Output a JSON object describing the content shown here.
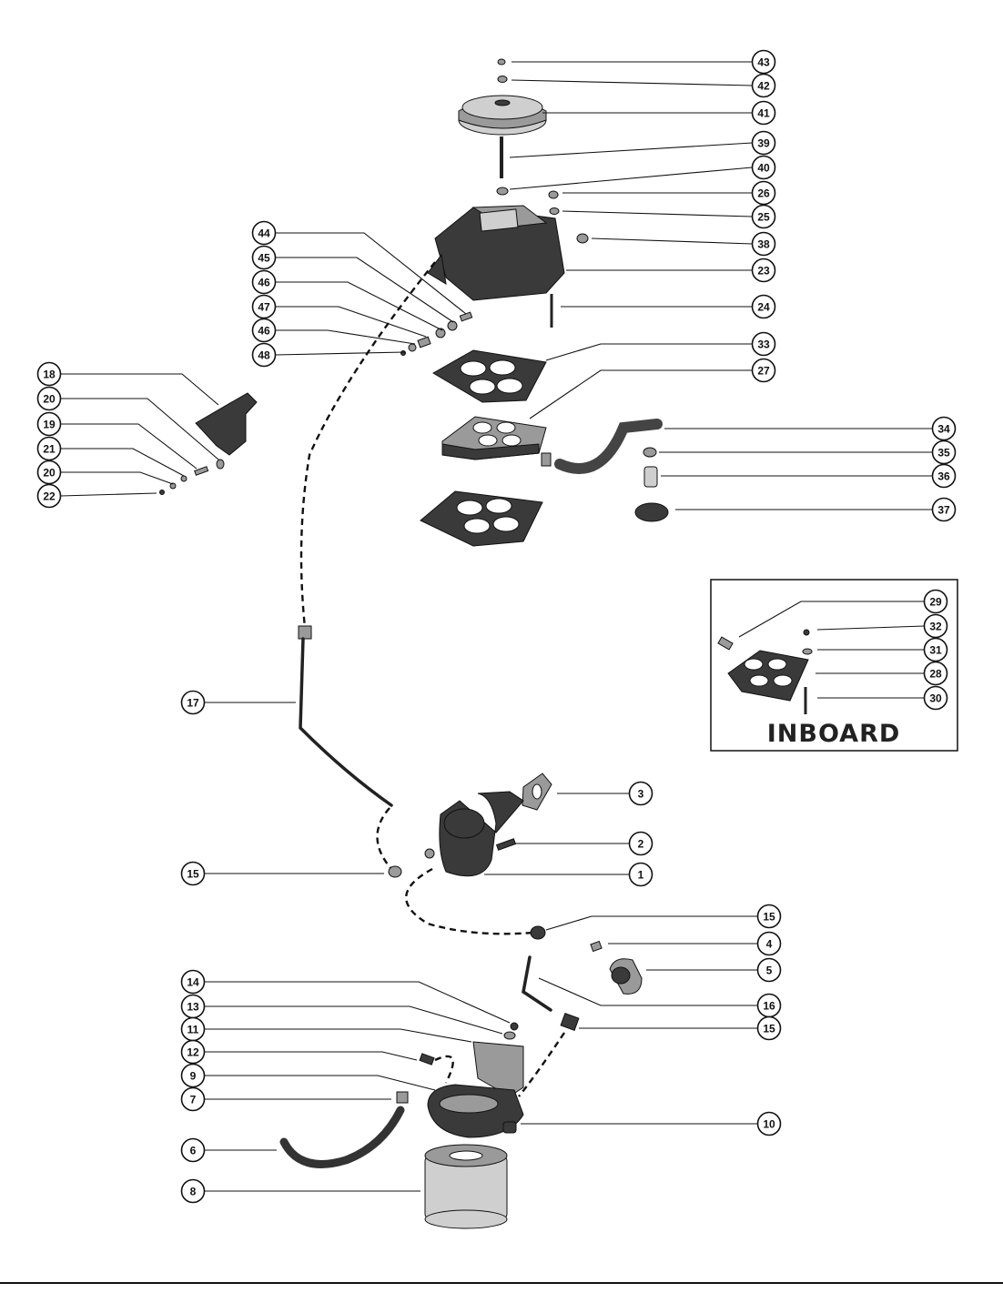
{
  "inset": {
    "title": "INBOARD"
  },
  "callouts": [
    {
      "label": "43"
    },
    {
      "label": "42"
    },
    {
      "label": "41"
    },
    {
      "label": "39"
    },
    {
      "label": "40"
    },
    {
      "label": "26"
    },
    {
      "label": "25"
    },
    {
      "label": "38"
    },
    {
      "label": "23"
    },
    {
      "label": "24"
    },
    {
      "label": "33"
    },
    {
      "label": "27"
    },
    {
      "label": "34"
    },
    {
      "label": "35"
    },
    {
      "label": "36"
    },
    {
      "label": "37"
    },
    {
      "label": "44"
    },
    {
      "label": "45"
    },
    {
      "label": "46"
    },
    {
      "label": "47"
    },
    {
      "label": "46"
    },
    {
      "label": "48"
    },
    {
      "label": "18"
    },
    {
      "label": "20"
    },
    {
      "label": "19"
    },
    {
      "label": "21"
    },
    {
      "label": "20"
    },
    {
      "label": "22"
    },
    {
      "label": "29"
    },
    {
      "label": "32"
    },
    {
      "label": "31"
    },
    {
      "label": "28"
    },
    {
      "label": "30"
    },
    {
      "label": "17"
    },
    {
      "label": "3"
    },
    {
      "label": "2"
    },
    {
      "label": "15"
    },
    {
      "label": "1"
    },
    {
      "label": "15"
    },
    {
      "label": "4"
    },
    {
      "label": "5"
    },
    {
      "label": "14"
    },
    {
      "label": "13"
    },
    {
      "label": "11"
    },
    {
      "label": "16"
    },
    {
      "label": "15"
    },
    {
      "label": "12"
    },
    {
      "label": "9"
    },
    {
      "label": "7"
    },
    {
      "label": "10"
    },
    {
      "label": "6"
    },
    {
      "label": "8"
    }
  ]
}
